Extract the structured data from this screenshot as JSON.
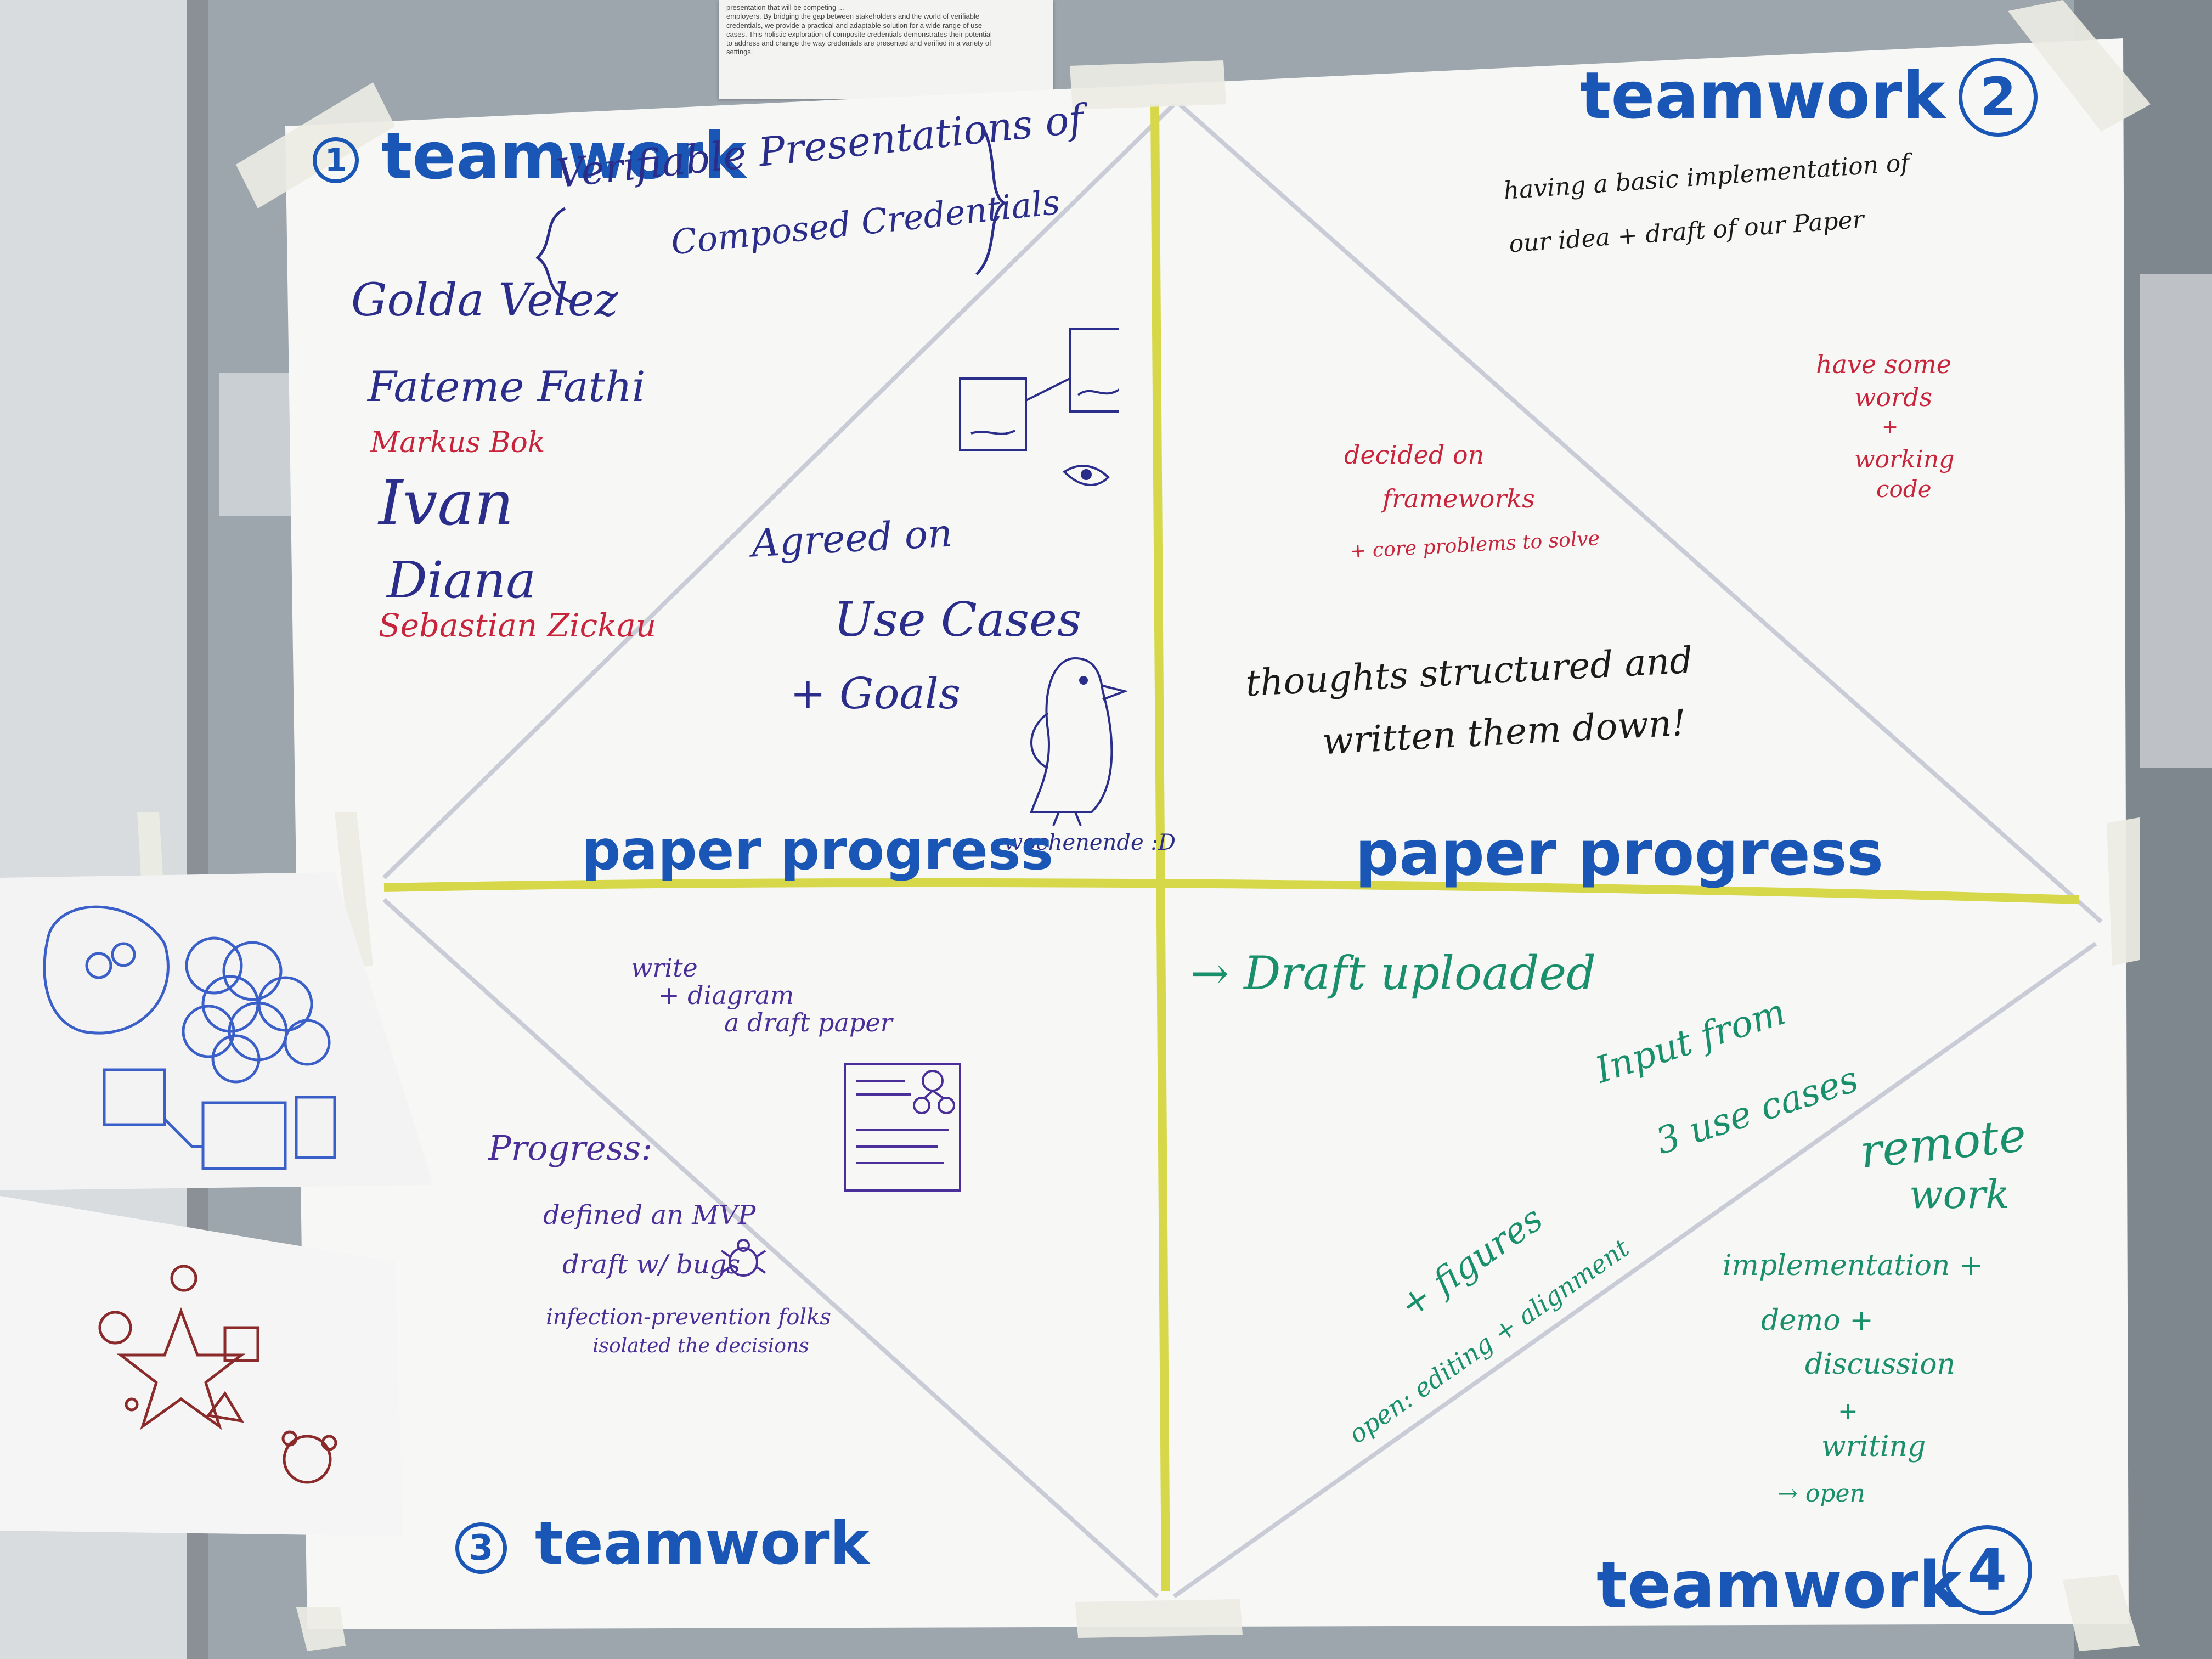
{
  "colors": {
    "marker_blue": "#1a56b5",
    "pen_navy": "#2a2d8a",
    "pen_red": "#c8243c",
    "pen_black": "#1b1b1b",
    "pen_green": "#1a8f6c",
    "pen_purple": "#4a2e9a",
    "tape_yellow": "#d6d84a",
    "paper": "#f7f7f5"
  },
  "pinned_note": {
    "lines": [
      "presentation that will be competing ...",
      "employers. By bridging the gap between stakeholders and the world of verifiable",
      "credentials, we provide a practical and adaptable solution for a wide range of use",
      "cases. This holistic exploration of composite credentials demonstrates their potential",
      "to address and change the way credentials are presented and verified in a variety of",
      "settings."
    ]
  },
  "quadrant_1": {
    "number": "1",
    "label": "teamwork",
    "title_line1": "Verifiable Presentations of",
    "title_line2": "Composed Credentials",
    "names": [
      {
        "text": "Golda Velez",
        "color": "navy"
      },
      {
        "text": "Fateme Fathi",
        "color": "navy"
      },
      {
        "text": "Markus Bok",
        "color": "red"
      },
      {
        "text": "Ivan",
        "color": "navy"
      },
      {
        "text": "Diana",
        "color": "navy"
      },
      {
        "text": "Sebastian Zickau",
        "color": "red"
      }
    ],
    "note_line1": "Agreed on",
    "note_line2": "Use Cases",
    "note_line3": "+ Goals",
    "doodle_caption": "wochenende :D"
  },
  "quadrant_2": {
    "number": "2",
    "label": "teamwork",
    "goal_line1": "having a basic implementation of",
    "goal_line2": "our idea + draft of our Paper",
    "red_note_line1": "have some",
    "red_note_line2": "words",
    "red_note_line3": "+",
    "red_note_line4": "working",
    "red_note_line5": "code",
    "decided_line1": "decided on",
    "decided_line2": "frameworks",
    "decided_line3": "+ core problems to solve",
    "black_note_line1": "thoughts structured and",
    "black_note_line2": "written them down!"
  },
  "quadrant_3": {
    "number": "3",
    "label": "teamwork",
    "write_line1": "write",
    "write_line2": "+ diagram",
    "write_line3": "a draft paper",
    "progress_title": "Progress:",
    "progress_line1": "defined an MVP",
    "progress_line2": "draft w/ bugs",
    "progress_line3": "infection-prevention folks",
    "progress_line4": "isolated the decisions"
  },
  "quadrant_4": {
    "number": "4",
    "label": "teamwork",
    "draft_note": "→ Draft uploaded",
    "input_line1": "Input from",
    "input_line2": "3 use cases",
    "figures_note": "+ figures",
    "open_note": "open: editing + alignment",
    "remote_line1": "remote",
    "remote_line2": "work",
    "impl_line1": "implementation +",
    "impl_line2": "demo +",
    "impl_line3": "discussion",
    "impl_line4": "+",
    "impl_line5": "writing",
    "impl_line6": "→ open"
  },
  "axis": {
    "left_label": "paper progress",
    "right_label": "paper progress"
  }
}
